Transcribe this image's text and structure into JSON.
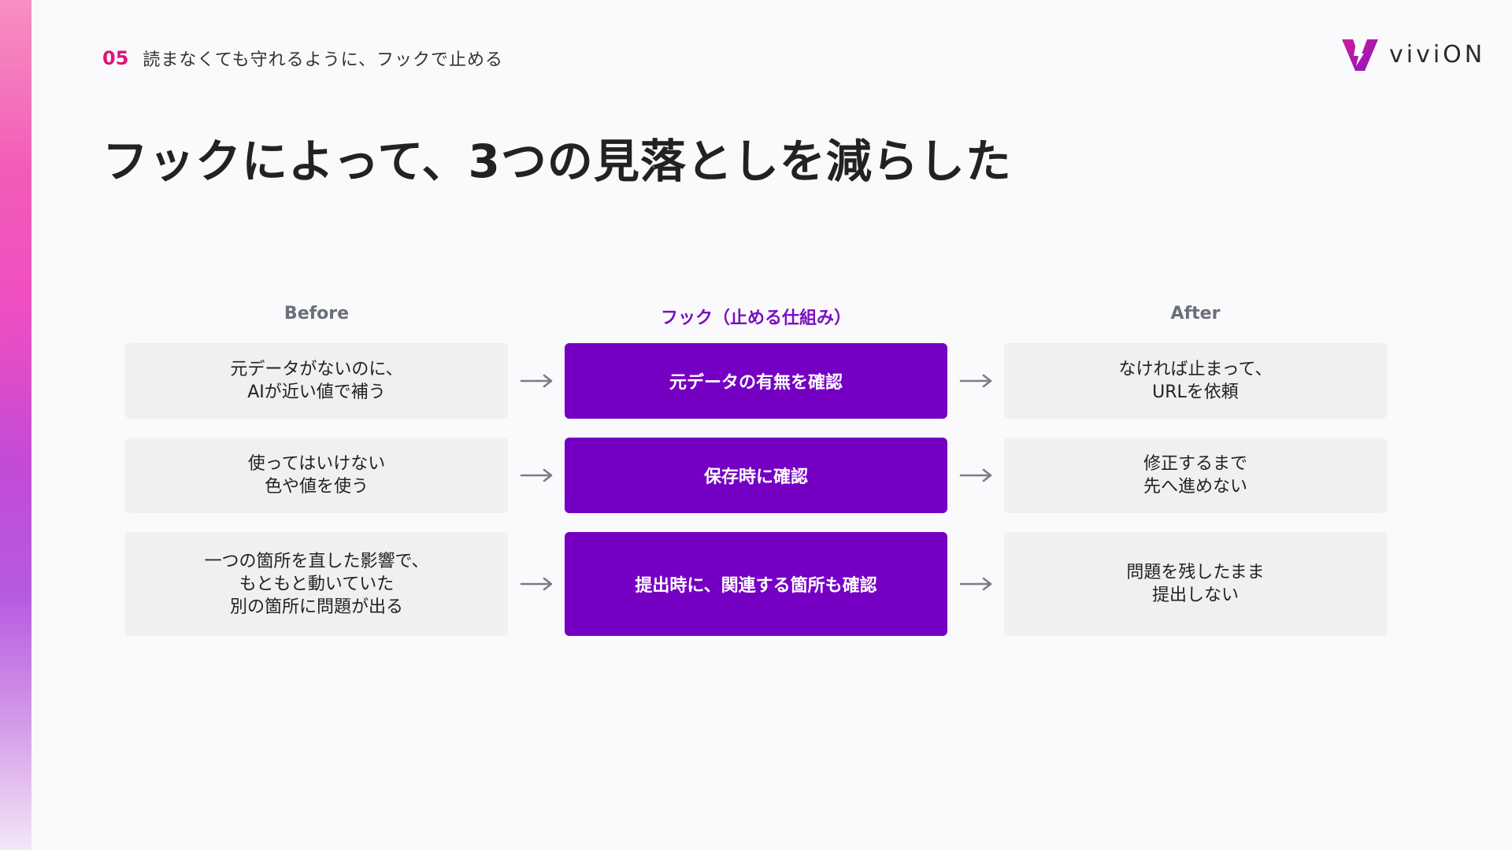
{
  "header": {
    "section_number": "05",
    "section_title": "読まなくても守れるように、フックで止める"
  },
  "logo": {
    "text": "viviON",
    "icon": "vivion-logo-icon",
    "color": "#b00fc4"
  },
  "title": "フックによって、3つの見落としを減らした",
  "columns": {
    "before": "Before",
    "hook": "フック（止める仕組み）",
    "after": "After"
  },
  "rows": [
    {
      "before": "元データがないのに、\nAIが近い値で補う",
      "hook": "元データの有無を確認",
      "after": "なければ止まって、\nURLを依頼"
    },
    {
      "before": "使ってはいけない\n色や値を使う",
      "hook": "保存時に確認",
      "after": "修正するまで\n先へ進めない"
    },
    {
      "before": "一つの箇所を直した影響で、\nもともと動いていた\n別の箇所に問題が出る",
      "hook": "提出時に、関連する箇所も確認",
      "after": "問題を残したまま\n提出しない"
    }
  ],
  "colors": {
    "accent_pink": "#e0137a",
    "hook_purple": "#7500c4",
    "card_gray": "#f0f0f3"
  },
  "icons": {
    "arrow": "arrow-right-icon"
  }
}
